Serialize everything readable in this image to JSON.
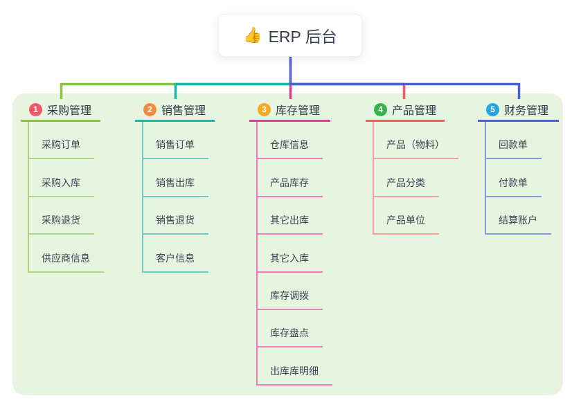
{
  "root": {
    "icon": "👍",
    "title": "ERP 后台"
  },
  "panel": {
    "background": "#e7f5e0"
  },
  "branches": [
    {
      "num": "1",
      "label": "采购管理",
      "badge_color": "#f25767",
      "line_color": "#8ac43f",
      "sub_line_color": "#aed581",
      "children": [
        "采购订单",
        "采购入库",
        "采购退货",
        "供应商信息"
      ]
    },
    {
      "num": "2",
      "label": "销售管理",
      "badge_color": "#f58a3c",
      "line_color": "#14b8a6",
      "sub_line_color": "#66cfc2",
      "children": [
        "销售订单",
        "销售出库",
        "销售退货",
        "客户信息"
      ]
    },
    {
      "num": "3",
      "label": "库存管理",
      "badge_color": "#f7a922",
      "line_color": "#e23a97",
      "sub_line_color": "#f27db8",
      "children": [
        "仓库信息",
        "产品库存",
        "其它出库",
        "其它入库",
        "库存调拨",
        "库存盘点",
        "出库库明细"
      ]
    },
    {
      "num": "4",
      "label": "产品管理",
      "badge_color": "#35b44a",
      "line_color": "#f45b5b",
      "sub_line_color": "#f79e9e",
      "children": [
        "产品（物料）",
        "产品分类",
        "产品单位"
      ]
    },
    {
      "num": "5",
      "label": "财务管理",
      "badge_color": "#27a5df",
      "line_color": "#4a61d2",
      "sub_line_color": "#8799dd",
      "children": [
        "回款单",
        "付款单",
        "结算账户"
      ]
    }
  ]
}
